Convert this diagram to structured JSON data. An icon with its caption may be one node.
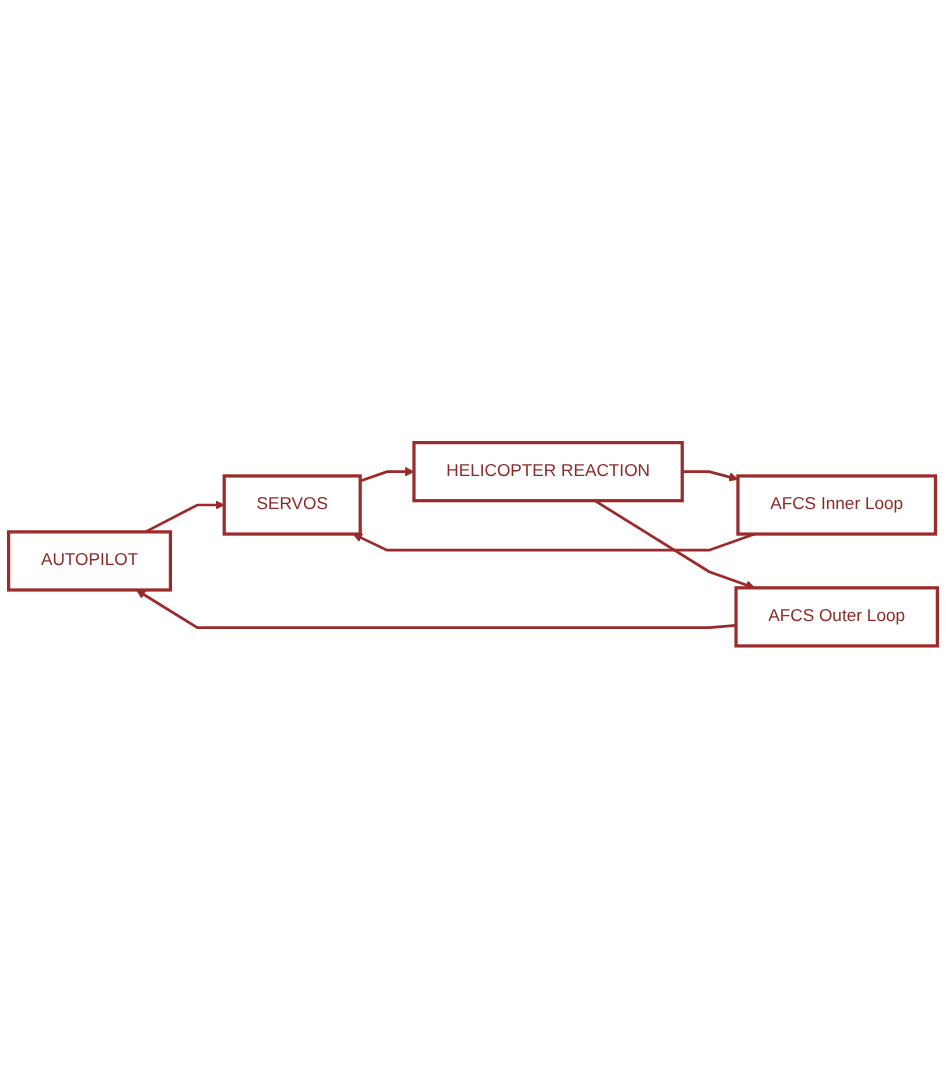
{
  "diagram": {
    "nodes": [
      {
        "text": [
          "AUTOPILOT"
        ]
      },
      {
        "text": [
          "SERVOS"
        ]
      },
      {
        "text": [
          "HELICOPTER REACTION"
        ]
      },
      {
        "text": [
          "AFCS Inner Loop"
        ]
      },
      {
        "text": [
          "AFCS Outer Loop"
        ]
      }
    ],
    "edges": [
      {
        "from": 0,
        "to": 1,
        "arrow": "to"
      },
      {
        "from": 1,
        "to": 2,
        "arrow": "to"
      },
      {
        "from": 2,
        "to": 3,
        "arrow": "to"
      },
      {
        "from": 3,
        "to": 1,
        "arrow": "to"
      },
      {
        "from": 2,
        "to": 4,
        "arrow": "to"
      },
      {
        "from": 4,
        "to": 0,
        "arrow": "to"
      }
    ]
  }
}
